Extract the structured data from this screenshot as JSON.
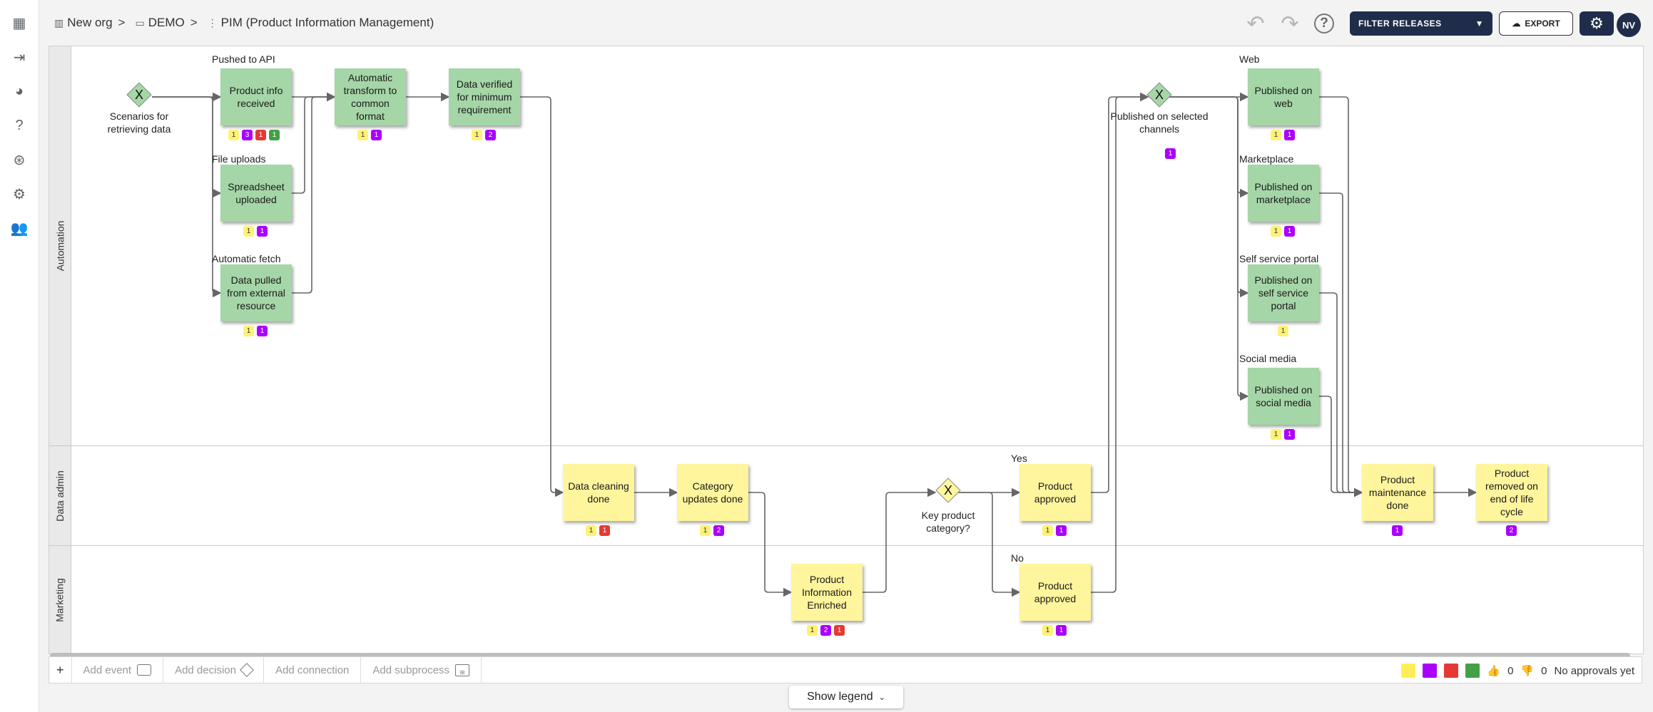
{
  "breadcrumb": {
    "org": "New org",
    "project": "DEMO",
    "process": "PIM (Product Information Management)"
  },
  "toolbar": {
    "filter_label": "FILTER RELEASES",
    "export_label": "EXPORT",
    "avatar": "NV"
  },
  "colors": {
    "green": "#a5d6a7",
    "yellow": "#fff59d",
    "navy": "#1f2d4a",
    "badge_yellow": "#fff176",
    "badge_purple": "#aa00ff",
    "badge_red": "#e53935",
    "badge_green": "#43a047"
  },
  "lanes": {
    "automation": "Automation",
    "data_admin": "Data admin",
    "marketing": "Marketing"
  },
  "decisions": {
    "d1": "Scenarios for retrieving data",
    "d2": "Published on selected channels",
    "d3": "Key product category?"
  },
  "group_labels": {
    "pushed": "Pushed to API",
    "file": "File uploads",
    "fetch": "Automatic fetch",
    "web": "Web",
    "marketplace": "Marketplace",
    "portal": "Self service portal",
    "social": "Social media",
    "yes": "Yes",
    "no": "No"
  },
  "steps": {
    "s1": {
      "text": "Product info received",
      "badges": [
        [
          "y",
          "1"
        ],
        [
          "p",
          "3"
        ],
        [
          "r",
          "1"
        ],
        [
          "g",
          "1"
        ]
      ]
    },
    "s2": {
      "text": "Spreadsheet uploaded",
      "badges": [
        [
          "y",
          "1"
        ],
        [
          "p",
          "1"
        ]
      ]
    },
    "s3": {
      "text": "Data pulled from external resource",
      "badges": [
        [
          "y",
          "1"
        ],
        [
          "p",
          "1"
        ]
      ]
    },
    "s4": {
      "text": "Automatic transform to common format",
      "badges": [
        [
          "y",
          "1"
        ],
        [
          "p",
          "1"
        ]
      ]
    },
    "s5": {
      "text": "Data verified for minimum requirement",
      "badges": [
        [
          "y",
          "1"
        ],
        [
          "p",
          "2"
        ]
      ]
    },
    "s6": {
      "text": "Data cleaning done",
      "badges": [
        [
          "y",
          "1"
        ],
        [
          "r",
          "1"
        ]
      ]
    },
    "s7": {
      "text": "Category updates done",
      "badges": [
        [
          "y",
          "1"
        ],
        [
          "p",
          "2"
        ]
      ]
    },
    "s8": {
      "text": "Product Information Enriched",
      "badges": [
        [
          "y",
          "1"
        ],
        [
          "p",
          "2"
        ],
        [
          "r",
          "1"
        ]
      ]
    },
    "s9": {
      "text": "Product approved",
      "badges": [
        [
          "y",
          "1"
        ],
        [
          "p",
          "1"
        ]
      ]
    },
    "s10": {
      "text": "Product approved",
      "badges": [
        [
          "y",
          "1"
        ],
        [
          "p",
          "1"
        ]
      ]
    },
    "s11": {
      "text": "Published on web",
      "badges": [
        [
          "y",
          "1"
        ],
        [
          "p",
          "1"
        ]
      ]
    },
    "s12": {
      "text": "Published on marketplace",
      "badges": [
        [
          "y",
          "1"
        ],
        [
          "p",
          "1"
        ]
      ]
    },
    "s13": {
      "text": "Published on self service portal",
      "badges": [
        [
          "y",
          "1"
        ]
      ]
    },
    "s14": {
      "text": "Published on social media",
      "badges": [
        [
          "y",
          "1"
        ],
        [
          "p",
          "1"
        ]
      ]
    },
    "s15": {
      "text": "Product maintenance done",
      "badges": [
        [
          "p",
          "1"
        ]
      ]
    },
    "s16": {
      "text": "Product removed on end of life cycle",
      "badges": [
        [
          "p",
          "2"
        ]
      ]
    }
  },
  "decision_badges": {
    "d2": [
      [
        "p",
        "1"
      ]
    ]
  },
  "bottom": {
    "add_event": "Add event",
    "add_decision": "Add decision",
    "add_connection": "Add connection",
    "add_subprocess": "Add subprocess",
    "up_count": "0",
    "down_count": "0",
    "approvals": "No approvals yet"
  },
  "legend_label": "Show legend"
}
